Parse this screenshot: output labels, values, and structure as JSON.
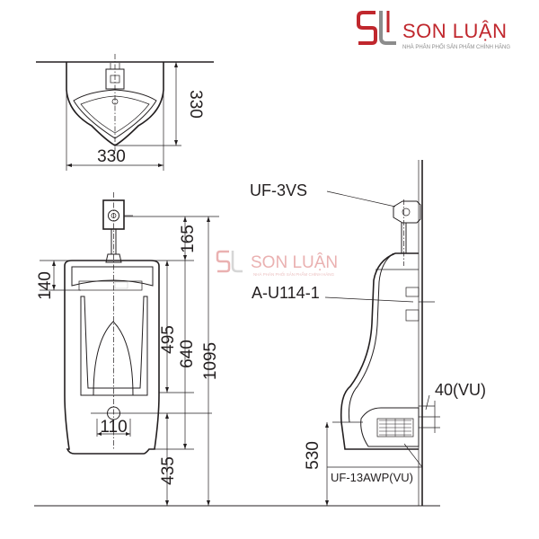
{
  "brand": {
    "name": "SON LUẬN",
    "tagline": "NHÀ PHÂN PHỐI SẢN PHẨM CHÍNH HÃNG",
    "color": "#c0272d"
  },
  "watermark": {
    "name": "SON LUẬN",
    "tagline": "NHÀ PHÂN PHỐI SẢN PHẨM CHÍNH HÃNG",
    "color": "#e7a4a4"
  },
  "top_view": {
    "depth": "330",
    "width": "330"
  },
  "front_view": {
    "dim_valve_to_top": "165",
    "dim_top_to_spreader": "140",
    "dim_body_height": "495",
    "dim_valve_to_outlet": "640",
    "dim_valve_height": "1095",
    "dim_outlet_width": "110",
    "dim_outlet_height": "435"
  },
  "side_view": {
    "valve_model": "UF-3VS",
    "spreader_model": "A-U114-1",
    "trap_model": "UF-13AWP(VU)",
    "outlet_size": "40(VU)",
    "outlet_height": "530"
  }
}
